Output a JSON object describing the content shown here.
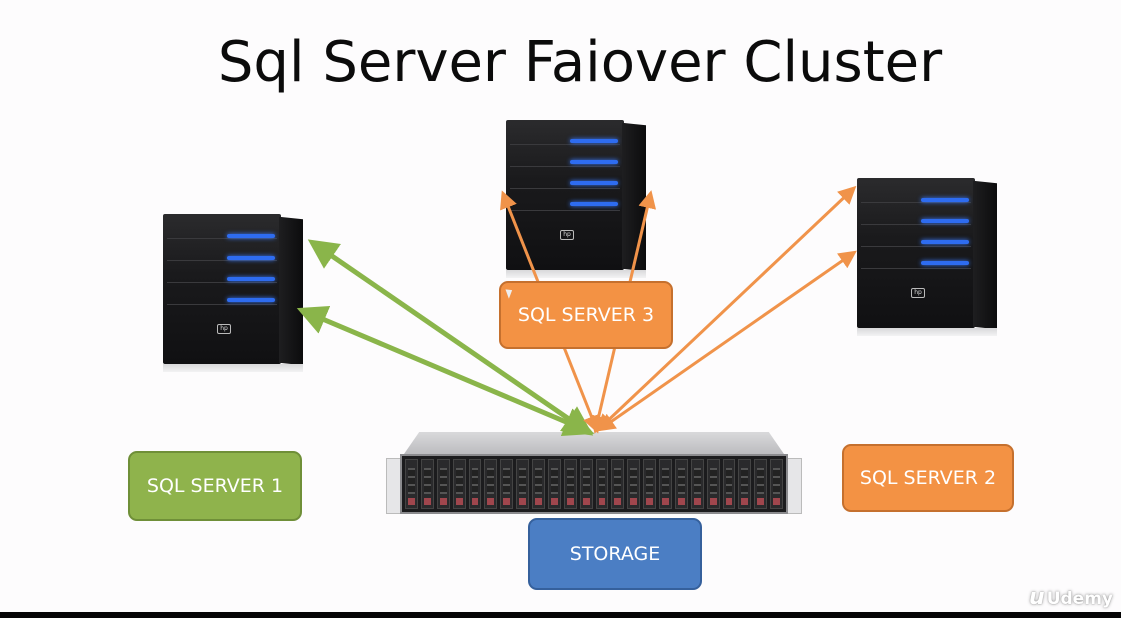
{
  "slide": {
    "title": "Sql Server Faiover Cluster",
    "watermark": "Udemy",
    "watermark_icon": "udemy-logo-icon"
  },
  "nodes": [
    {
      "id": "sql1",
      "label": "SQL SERVER 1",
      "color": "#8fb34c",
      "icon": "tower-server-icon"
    },
    {
      "id": "sql2",
      "label": "SQL SERVER 2",
      "color": "#f39244",
      "icon": "tower-server-icon"
    },
    {
      "id": "sql3",
      "label": "SQL SERVER 3",
      "color": "#f39244",
      "icon": "tower-server-icon"
    },
    {
      "id": "storage",
      "label": "STORAGE",
      "color": "#4b7ec4",
      "icon": "storage-array-icon"
    }
  ],
  "edges": [
    {
      "from": "storage",
      "to": "sql1",
      "count": 2,
      "color": "#8ab54a",
      "bidirectional": true
    },
    {
      "from": "storage",
      "to": "sql3",
      "count": 2,
      "color": "#f0934a",
      "bidirectional": true
    },
    {
      "from": "storage",
      "to": "sql2",
      "count": 2,
      "color": "#f0934a",
      "bidirectional": true
    }
  ]
}
